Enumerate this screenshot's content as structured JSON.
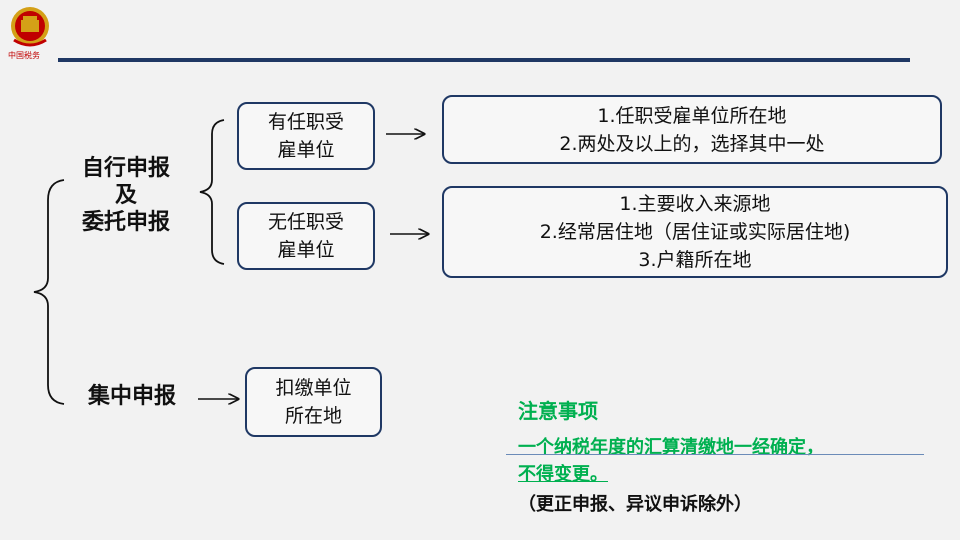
{
  "logo": {
    "text": "中国税务"
  },
  "labels": {
    "self_declare": "自行申报\n及\n委托申报",
    "centralized": "集中申报"
  },
  "boxes": {
    "has_employer": "有任职受\n雇单位",
    "no_employer": "无任职受\n雇单位",
    "withholding": "扣缴单位\n所在地",
    "has_employer_options": "1.任职受雇单位所在地\n2.两处及以上的，选择其中一处",
    "no_employer_options": "1.主要收入来源地\n2.经常居住地（居住证或实际居住地)\n3.户籍所在地"
  },
  "note": {
    "title": "注意事项",
    "line1": "一个纳税年度的汇算清缴地一经确定，",
    "line2": "不得变更。",
    "line3": "（更正申报、异议申诉除外）"
  },
  "colors": {
    "border": "#1f3864",
    "note_green": "#00b050",
    "emblem_red": "#c00000",
    "emblem_gold": "#d4a017"
  }
}
